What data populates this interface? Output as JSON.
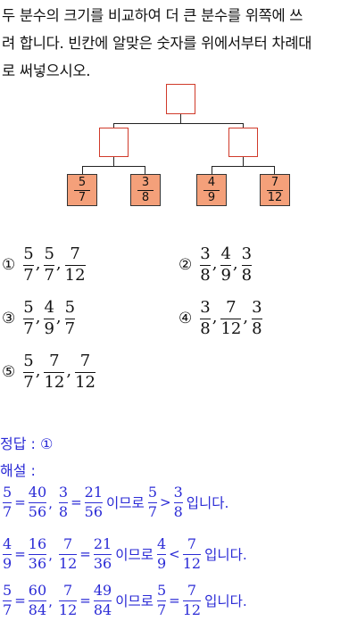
{
  "question": {
    "lines": [
      "두 분수의 크기를 비교하여 더 큰 분수를 위쪽에 쓰",
      "려 합니다. 빈칸에 알맞은 숫자를 위에서부터 차례대",
      "로 써넣으시오."
    ]
  },
  "tree": {
    "leaves": [
      {
        "n": "5",
        "d": "7"
      },
      {
        "n": "3",
        "d": "8"
      },
      {
        "n": "4",
        "d": "9"
      },
      {
        "n": "7",
        "d": "12"
      }
    ]
  },
  "choices": [
    {
      "label": "①",
      "fracs": [
        {
          "n": "5",
          "d": "7"
        },
        {
          "n": "5",
          "d": "7"
        },
        {
          "n": "7",
          "d": "12"
        }
      ]
    },
    {
      "label": "②",
      "fracs": [
        {
          "n": "3",
          "d": "8"
        },
        {
          "n": "4",
          "d": "9"
        },
        {
          "n": "3",
          "d": "8"
        }
      ]
    },
    {
      "label": "③",
      "fracs": [
        {
          "n": "5",
          "d": "7"
        },
        {
          "n": "4",
          "d": "9"
        },
        {
          "n": "5",
          "d": "7"
        }
      ]
    },
    {
      "label": "④",
      "fracs": [
        {
          "n": "3",
          "d": "8"
        },
        {
          "n": "7",
          "d": "12"
        },
        {
          "n": "3",
          "d": "8"
        }
      ]
    },
    {
      "label": "⑤",
      "fracs": [
        {
          "n": "5",
          "d": "7"
        },
        {
          "n": "7",
          "d": "12"
        },
        {
          "n": "7",
          "d": "12"
        }
      ]
    }
  ],
  "answer": {
    "label": "정답 : ①"
  },
  "explanation": {
    "label": "해설 :",
    "rows": [
      {
        "a": {
          "n": "5",
          "d": "7"
        },
        "a2": {
          "n": "40",
          "d": "56"
        },
        "b": {
          "n": "3",
          "d": "8"
        },
        "b2": {
          "n": "21",
          "d": "56"
        },
        "mid": "이므로",
        "cmp": ">",
        "r1": {
          "n": "5",
          "d": "7"
        },
        "r2": {
          "n": "3",
          "d": "8"
        },
        "end": "입니다."
      },
      {
        "a": {
          "n": "4",
          "d": "9"
        },
        "a2": {
          "n": "16",
          "d": "36"
        },
        "b": {
          "n": "7",
          "d": "12"
        },
        "b2": {
          "n": "21",
          "d": "36"
        },
        "mid": "이므로",
        "cmp": "<",
        "r1": {
          "n": "4",
          "d": "9"
        },
        "r2": {
          "n": "7",
          "d": "12"
        },
        "end": "입니다."
      },
      {
        "a": {
          "n": "5",
          "d": "7"
        },
        "a2": {
          "n": "60",
          "d": "84"
        },
        "b": {
          "n": "7",
          "d": "12"
        },
        "b2": {
          "n": "49",
          "d": "84"
        },
        "mid": "이므로",
        "cmp": "=",
        "r1": {
          "n": "5",
          "d": "7"
        },
        "r2": {
          "n": "7",
          "d": "12"
        },
        "end": "입니다."
      }
    ],
    "eq": "=",
    "sep": ","
  }
}
